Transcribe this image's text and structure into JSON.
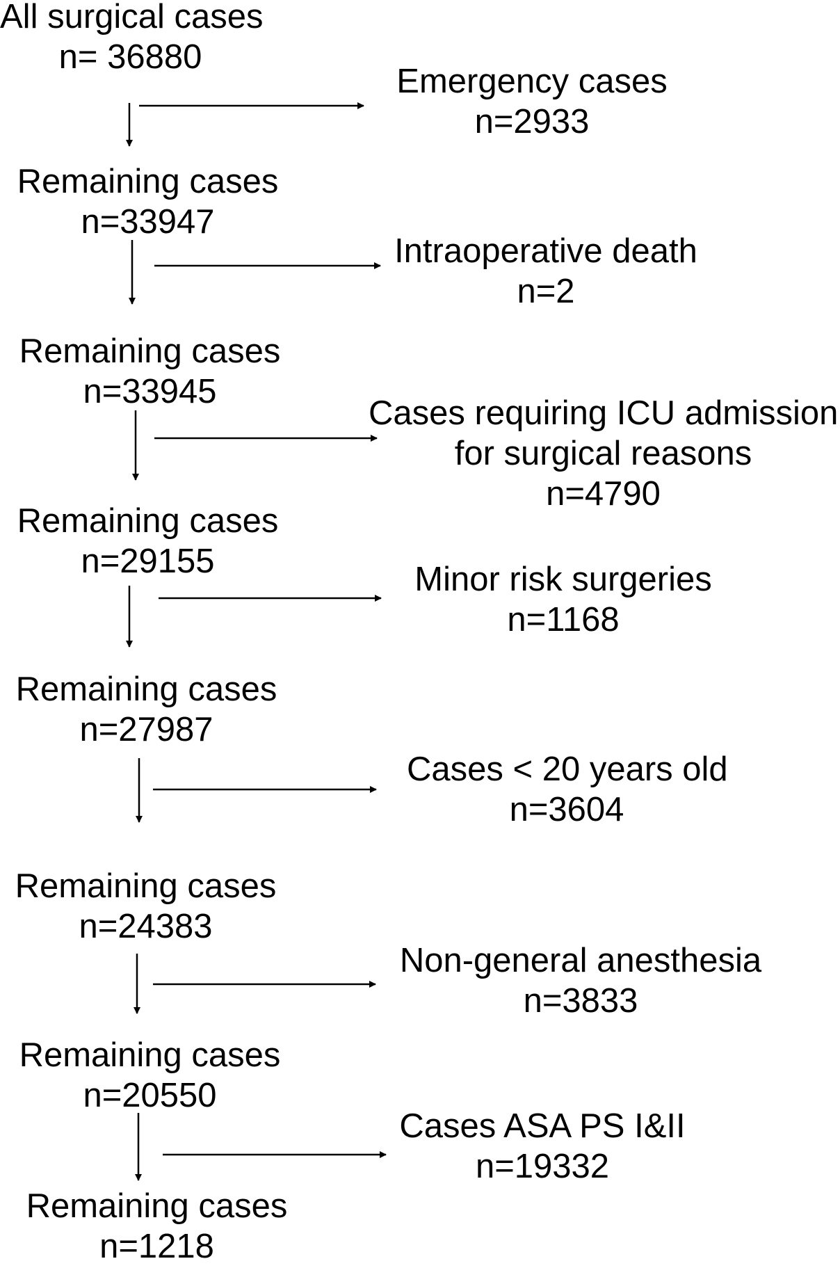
{
  "main_column": [
    {
      "label": "All surgical cases",
      "count": "n= 36880"
    },
    {
      "label": "Remaining cases",
      "count": "n=33947"
    },
    {
      "label": "Remaining cases",
      "count": "n=33945"
    },
    {
      "label": "Remaining cases",
      "count": "n=29155"
    },
    {
      "label": "Remaining cases",
      "count": "n=27987"
    },
    {
      "label": "Remaining cases",
      "count": "n=24383"
    },
    {
      "label": "Remaining cases",
      "count": "n=20550"
    },
    {
      "label": "Remaining cases",
      "count": "n=1218"
    }
  ],
  "exclusions": [
    {
      "lines": [
        "Emergency cases"
      ],
      "count": "n=2933"
    },
    {
      "lines": [
        "Intraoperative death"
      ],
      "count": "n=2"
    },
    {
      "lines": [
        "Cases requiring ICU admission",
        "for surgical reasons"
      ],
      "count": "n=4790"
    },
    {
      "lines": [
        "Minor risk surgeries"
      ],
      "count": "n=1168"
    },
    {
      "lines": [
        "Cases < 20 years old"
      ],
      "count": "n=3604"
    },
    {
      "lines": [
        "Non-general anesthesia"
      ],
      "count": "n=3833"
    },
    {
      "lines": [
        "Cases ASA PS I&II"
      ],
      "count": "n=19332"
    }
  ]
}
